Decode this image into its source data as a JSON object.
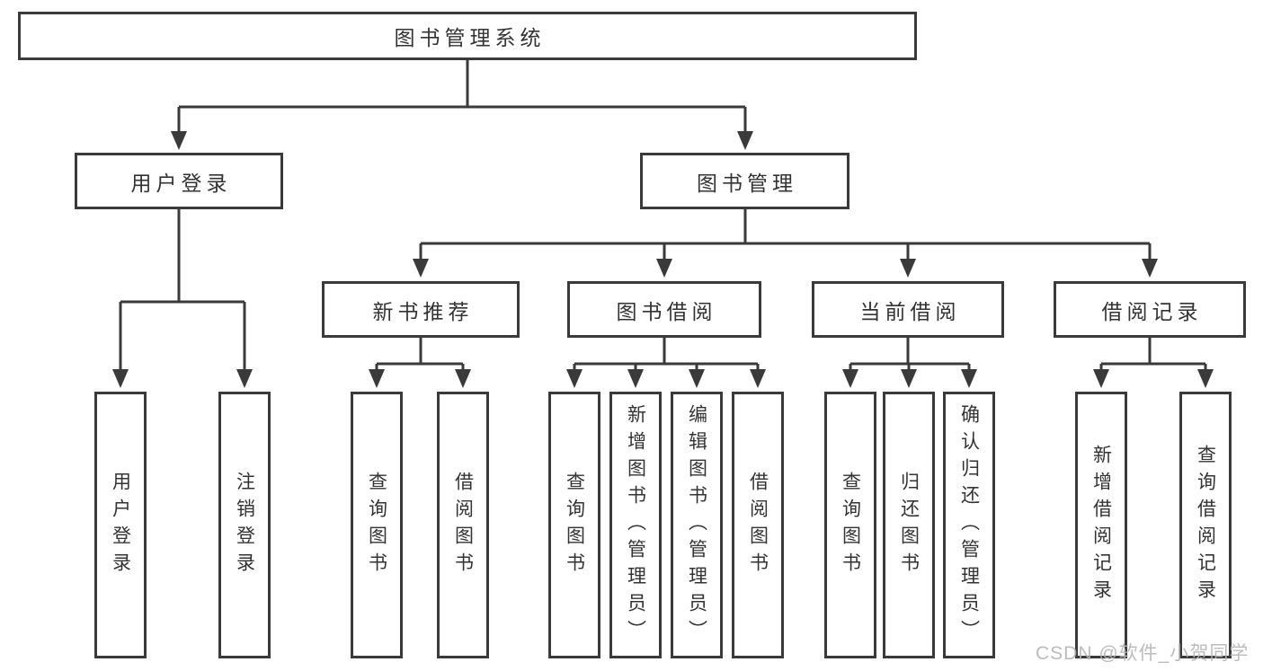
{
  "colors": {
    "line": "#3a3a3a",
    "text": "#333333",
    "background": "#ffffff",
    "watermark": "#b5b5b5"
  },
  "watermark": {
    "text": "CSDN @软件_小贺同学"
  },
  "tree": {
    "label": "图书管理系统",
    "children": [
      {
        "label": "用户登录",
        "children": [
          {
            "label": "用户登录"
          },
          {
            "label": "注销登录"
          }
        ]
      },
      {
        "label": "图书管理",
        "children": [
          {
            "label": "新书推荐",
            "children": [
              {
                "label": "查询图书"
              },
              {
                "label": "借阅图书"
              }
            ]
          },
          {
            "label": "图书借阅",
            "children": [
              {
                "label": "查询图书"
              },
              {
                "label": "新增图书（管理员）"
              },
              {
                "label": "编辑图书（管理员）"
              },
              {
                "label": "借阅图书"
              }
            ]
          },
          {
            "label": "当前借阅",
            "children": [
              {
                "label": "查询图书"
              },
              {
                "label": "归还图书"
              },
              {
                "label": "确认归还（管理员）"
              }
            ]
          },
          {
            "label": "借阅记录",
            "children": [
              {
                "label": "新增借阅记录"
              },
              {
                "label": "查询借阅记录"
              }
            ]
          }
        ]
      }
    ]
  }
}
